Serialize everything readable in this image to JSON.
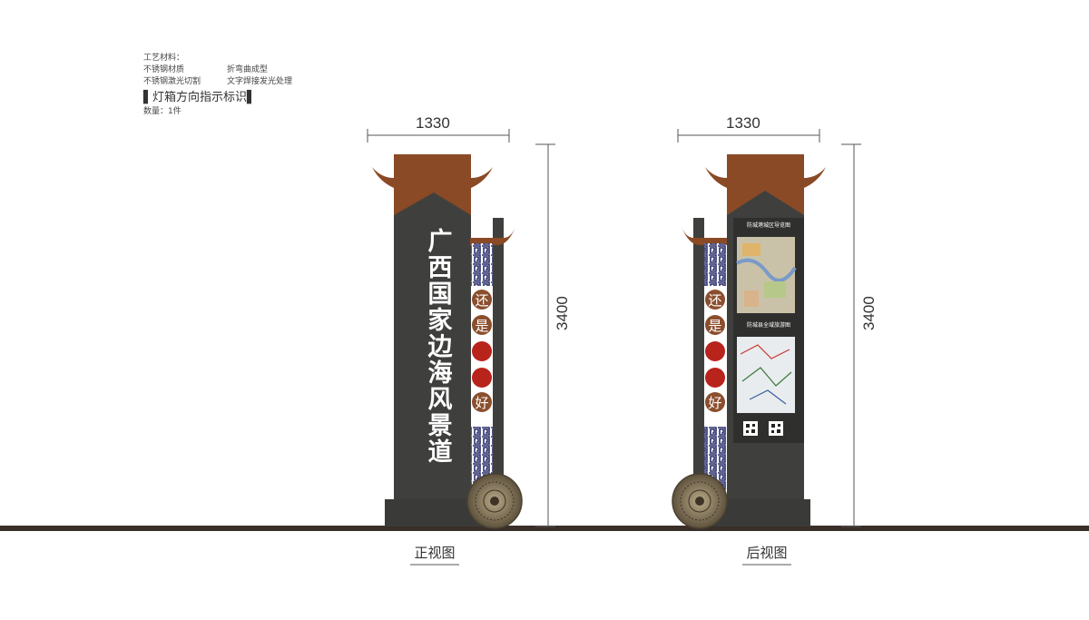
{
  "notes": {
    "heading": "工艺材料：",
    "rows": [
      [
        "不锈钢材质",
        "折弯曲成型"
      ],
      [
        "不锈钢激光切割",
        "文字焊接发光处理"
      ]
    ],
    "title": "▌灯箱方向指示标识▌",
    "quantity": "数量：1件"
  },
  "front": {
    "width_label": "1330",
    "height_label": "3400",
    "main_text": [
      "广",
      "西",
      "国",
      "家",
      "边",
      "海",
      "风",
      "景",
      "道"
    ],
    "slogan": [
      "还",
      "是",
      "",
      "",
      "好"
    ],
    "caption": "正视图"
  },
  "back": {
    "width_label": "1330",
    "height_label": "3400",
    "slogan": [
      "还",
      "是",
      "",
      "",
      "好"
    ],
    "map1_title": "防城港城区导览图",
    "map2_title": "防城县全域旅游图",
    "caption": "后视图"
  },
  "colors": {
    "wood": "#8a4a25",
    "stone": "#3f403d",
    "pattern": "#2b2f6b",
    "circle_brown": "#8b4f2e",
    "circle_red": "#b8231c",
    "bronze": "#8a7a60"
  }
}
